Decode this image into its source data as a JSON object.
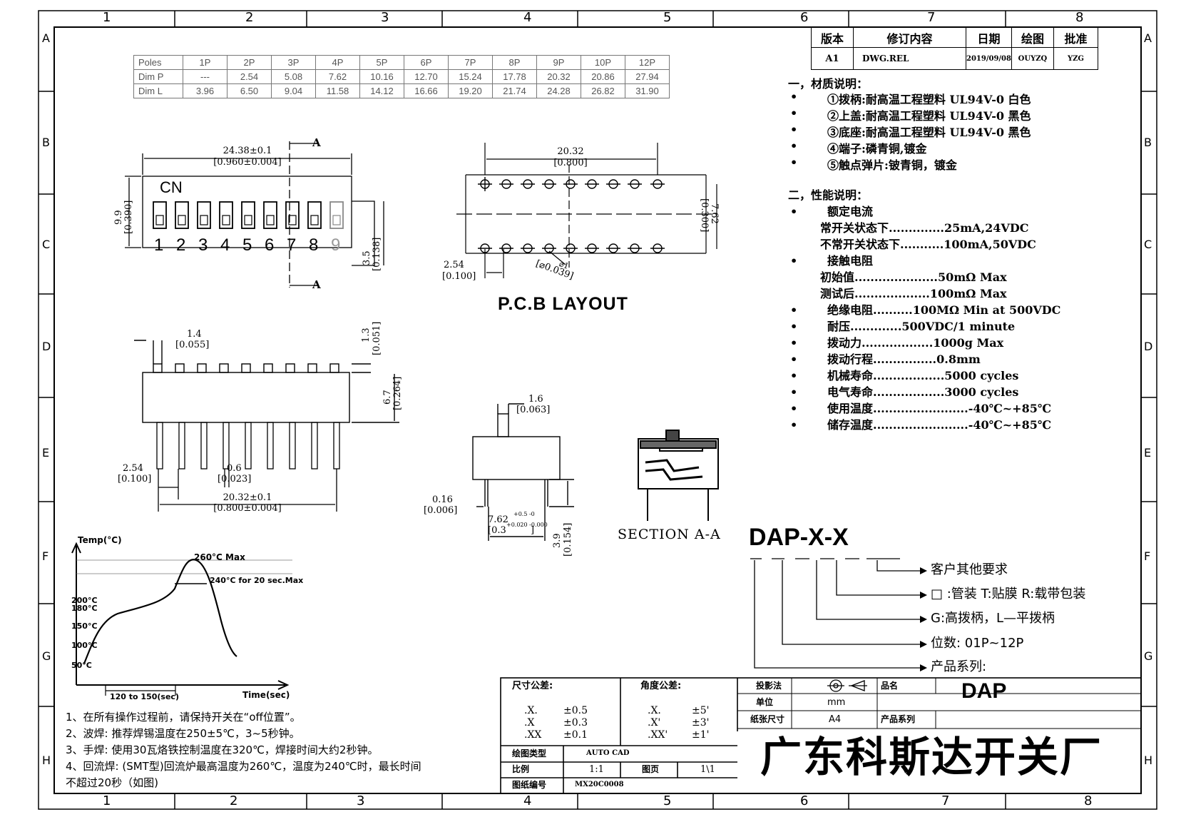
{
  "frame": {
    "top_columns": [
      "1",
      "2",
      "3",
      "4",
      "5",
      "6",
      "7",
      "8"
    ],
    "bottom_columns": [
      "1",
      "2",
      "3",
      "4",
      "5",
      "6",
      "7",
      "8"
    ],
    "rows": [
      "A",
      "B",
      "C",
      "D",
      "E",
      "F",
      "G",
      "H"
    ]
  },
  "poles_table": {
    "header": "Poles",
    "row_labels": [
      "Dim  P",
      "Dim  L"
    ],
    "columns": [
      "1P",
      "2P",
      "3P",
      "4P",
      "5P",
      "6P",
      "7P",
      "8P",
      "9P",
      "10P",
      "12P"
    ],
    "dim_p": [
      "---",
      "2.54",
      "5.08",
      "7.62",
      "10.16",
      "12.70",
      "15.24",
      "17.78",
      "20.32",
      "20.86",
      "27.94"
    ],
    "dim_l": [
      "3.96",
      "6.50",
      "9.04",
      "11.58",
      "14.12",
      "16.66",
      "19.20",
      "21.74",
      "24.28",
      "26.82",
      "31.90"
    ]
  },
  "revision_table": {
    "headers": [
      "版本",
      "修订内容",
      "日期",
      "绘图",
      "批准"
    ],
    "row": [
      "A1",
      "DWG.REL",
      "2019/09/08",
      "OUYZQ",
      "YZG"
    ]
  },
  "materials": {
    "title": "一，材质说明：",
    "items": [
      "①拨柄:耐高温工程塑料 UL94V-0 白色",
      "②上盖:耐高温工程塑料 UL94V-0 黑色",
      "③底座:耐高温工程塑料 UL94V-0 黑色",
      "④端子:磷青铜,镀金",
      "⑤触点弹片:铍青铜，镀金"
    ]
  },
  "performance": {
    "title": "二，性能说明：",
    "rated_current": "额定电流",
    "rc_lines": [
      "常开关状态下..............25mA,24VDC",
      "不常开关状态下...........100mA,50VDC"
    ],
    "contact_resistance": "接触电阻",
    "cr_lines": [
      "初始值.....................50mΩ  Max",
      "测试后...................100mΩ  Max"
    ],
    "items": [
      "绝缘电阻..........100MΩ  Min at 500VDC",
      "耐压.............500VDC/1 minute",
      "拨动力..................1000g Max",
      "拨动行程................0.8mm",
      "机械寿命..................5000 cycles",
      "电气寿命..................3000 cycles",
      "使用温度........................-40℃~+85℃",
      "储存温度........................-40℃~+85℃"
    ]
  },
  "drawing": {
    "top_view": {
      "dim_width": "24.38±0.1",
      "dim_width_in": "[0.960±0.004]",
      "section_mark": "A",
      "dim_height": "9.9",
      "dim_height_in": "[0.390]",
      "dim_right": "3.5",
      "dim_right_in": "[0.138]",
      "brand": "CN",
      "numbers": [
        "1",
        "2",
        "3",
        "4",
        "5",
        "6",
        "7",
        "8",
        "9"
      ]
    },
    "pcb": {
      "dim_top": "20.32",
      "dim_top_in": "[0.800]",
      "dim_side": "7.62",
      "dim_side_in": "[0.300]",
      "dim_pitch": "2.54",
      "dim_pitch_in": "[0.100]",
      "hole": "⌀1",
      "hole_in": "[⌀0.039]",
      "title": "P.C.B  LAYOUT"
    },
    "front_view": {
      "dim_actuator": "1.4",
      "dim_actuator_in": "[0.055]",
      "dim_top": "1.3",
      "dim_top_in": "[0.051]",
      "dim_height": "6.7",
      "dim_height_in": "[0.264]",
      "dim_pitch": "2.54",
      "dim_pitch_in": "[0.100]",
      "dim_pin": "0.6",
      "dim_pin_in": "[0.023]",
      "dim_total": "20.32±0.1",
      "dim_total_in": "[0.800±0.004]"
    },
    "side_view": {
      "dim_act": "1.6",
      "dim_act_in": "[0.063]",
      "dim_thk": "0.16",
      "dim_thk_in": "[0.006]",
      "dim_row": "7.62",
      "dim_row_tol": "+0.5 -0",
      "dim_row_in": "[0.3",
      "dim_row_in_tol": "+0.020 -0.000",
      "dim_row_in_end": "]",
      "dim_pin": "3.9",
      "dim_pin_in": "[0.154]"
    },
    "section_title": "SECTION  A-A"
  },
  "solder_profile": {
    "ylabel": "Temp(°C)",
    "xlabel": "Time(sec)",
    "peak": "260°C Max",
    "dwell": "240°C for 20 sec.Max",
    "temps": [
      "200°C",
      "180°C",
      "150°C",
      "100°C",
      "50°C"
    ],
    "preheat": "120 to 150(sec)"
  },
  "part_code": {
    "code": "DAP-X-X",
    "items": [
      "客户其他要求",
      "□ :管装  T:贴膜   R:载带包装",
      "G:高拨柄，L—平拨柄",
      "位数: 01P~12P",
      "产品系列:"
    ]
  },
  "notes": [
    "1、在所有操作过程前，请保持开关在“off位置”。",
    "2、波焊: 推荐焊锡温度在250±5℃，3~5秒钟。",
    "3、手焊: 使用30瓦烙铁控制温度在320℃，焊接时间大约2秒钟。",
    "4、回流焊: (SMT型)回流炉最高温度为260℃，温度为240℃时，最长时间",
    "不超过20秒（如图)"
  ],
  "title_block": {
    "dim_tol_label": "尺寸公差:",
    "dim_tol": [
      [
        ".X.",
        "±0.5"
      ],
      [
        ".X",
        "±0.3"
      ],
      [
        ".XX",
        "±0.1"
      ]
    ],
    "ang_tol_label": "角度公差:",
    "ang_tol": [
      [
        ".X.",
        "±5'"
      ],
      [
        ".X'",
        "±3'"
      ],
      [
        ".XX'",
        "±1'"
      ]
    ],
    "drawing_type_label": "绘图类型",
    "drawing_type": "AUTO CAD",
    "scale_label": "比例",
    "scale": "1:1",
    "page_label": "图页",
    "page": "1\\1",
    "drawing_no_label": "图纸编号",
    "drawing_no": "MX20C0008",
    "projection_label": "投影法",
    "unit_label": "单位",
    "unit": "mm",
    "paper_label": "纸张尺寸",
    "paper": "A4",
    "name_label": "品名",
    "name": "DAP",
    "series_label": "产品系列",
    "company": "广东科斯达开关厂"
  }
}
